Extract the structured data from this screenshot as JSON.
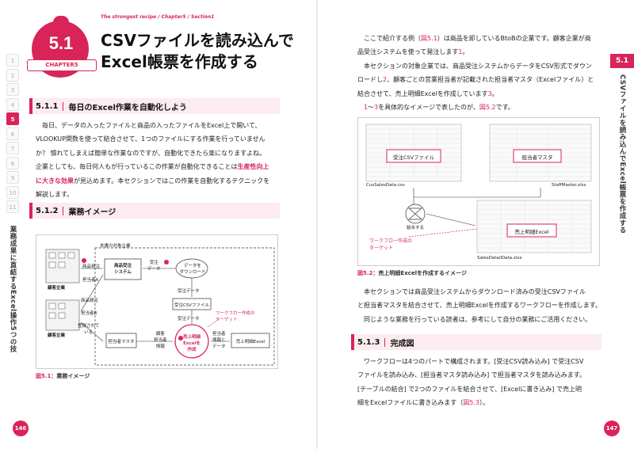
{
  "header": {
    "running_title": "The strongest recipe / Chapter5 / Section1"
  },
  "badge": {
    "number": "5.1",
    "ribbon": "CHAPTER5"
  },
  "chapter_title": {
    "line1": "CSVファイルを読み込んで",
    "line2": "Excel帳票を作成する"
  },
  "left_nav": {
    "tabs": [
      "1",
      "2",
      "3",
      "4",
      "5",
      "6",
      "7",
      "8",
      "9",
      "10",
      "11"
    ],
    "active": "5",
    "side_title": "業務成果に直結するExcel操作5つの技"
  },
  "sec511": {
    "num": "5.1.1",
    "title": "毎日のExcel作業を自動化しよう"
  },
  "para511": {
    "l1": "毎日、データの入ったファイルと商品の入ったファイルをExcel上で開いて、",
    "l2": "VLOOKUP関数を使って結合させて、1つのファイルにする作業を行っていません",
    "l3": "か？ 慣れてしまえば簡単な作業なのですが、自動化できたら楽になりますよね。",
    "l4a": "企業としても、毎日何人もが行っているこの作業が自動化できることは",
    "l4b": "生産性向上",
    "l5a": "に大きな効果",
    "l5b": "が見込めます。本セクションではこの作業を自動化するテクニックを",
    "l6": "解説します。"
  },
  "sec512": {
    "num": "5.1.2",
    "title": "業務イメージ"
  },
  "fig51": {
    "target_company": "本書の対象企業",
    "customer1": "顧客企業",
    "customer2": "顧客企業",
    "order": "商品発注",
    "person_a": "担当者A",
    "order2": "商品発注",
    "person_b": "担当者B",
    "registered": "登録されて\nいる",
    "system": "商品受注\nシステム",
    "order_data": "受注\nデータ",
    "download": "データを\nダウンロード",
    "order_data2": "受注データ",
    "csv": "受注CSVファイル",
    "order_data3": "受注データ",
    "workflow_target": "ワークフロー作成の\nターゲット",
    "staff_master": "担当者マスタ",
    "customer_staff": "顧客\n担当者\n情報",
    "create_excel": "売上明細\nExcelを\n作成",
    "staff_info": "担当者\n情報と\nデータ",
    "sales_excel": "売上明細Excel",
    "n1": "1",
    "n2": "2",
    "n3": "3",
    "caption_num": "図5.1",
    "caption": "：業務イメージ"
  },
  "right": {
    "p1a": "ここで紹介する例（",
    "p1ref": "図5.1",
    "p1b": "）は商品を卸しているBtoBの企業です。顧客企業が商",
    "p1c": "品受注システムを使って発注します",
    "p1n": "1",
    "p2a": "本セクションの対象企業では、商品受注システムからデータをCSV形式でダウン",
    "p2b": "ロードし",
    "p2c": "、顧客ごとの営業担当者が記載された担当者マスタ（Excelファイル）と",
    "p2d": "結合させて、売上明細Excelを作成しています",
    "p3a": "〜",
    "p3b": "を具体的なイメージで表したのが、",
    "p3ref": "図5.2",
    "p3c": "です。"
  },
  "fig52": {
    "csv_label": "受注CSVファイル",
    "csv_file": "CusSalesData.csv",
    "master_label": "担当者マスタ",
    "master_file": "StaffMaster.xlsx",
    "combine": "結合する",
    "workflow_target": "ワークフロー作成の\nターゲット",
    "sales_label": "売上明細Excel",
    "sales_file": "SalesDetailData.xlsx",
    "caption_num": "図5.2",
    "caption": "：売上明細Excelを作成するイメージ"
  },
  "right2": {
    "l1": "本セクションでは商品受注システムからダウンロード済みの受注CSVファイル",
    "l2": "と担当者マスタを結合させて、売上明細Excelを作成するワークフローを作成します。",
    "l3": "同じような業務を行っている読者は、参考にして自分の業務にご活用ください。"
  },
  "sec513": {
    "num": "5.1.3",
    "title": "完成図"
  },
  "right3": {
    "l1": "ワークフローは4つのパートで構成されます。[受注CSV読み込み] で受注CSV",
    "l2": "ファイルを読み込み、[担当者マスタ読み込み] で担当者マスタを読み込みます。",
    "l3": "[テーブルの結合] で2つのファイルを結合させて、[Excelに書き込み] で売上明",
    "l4a": "細をExcelファイルに書き込みます（",
    "l4ref": "図5.3",
    "l4b": "）。"
  },
  "right_nav": {
    "tab": "5.1",
    "side_title": "CSVファイルを読み込んでExcel帳票を作成する"
  },
  "folio": {
    "left": "146",
    "right": "147"
  },
  "colors": {
    "accent": "#d9245a",
    "section_bg": "#fdecef"
  }
}
